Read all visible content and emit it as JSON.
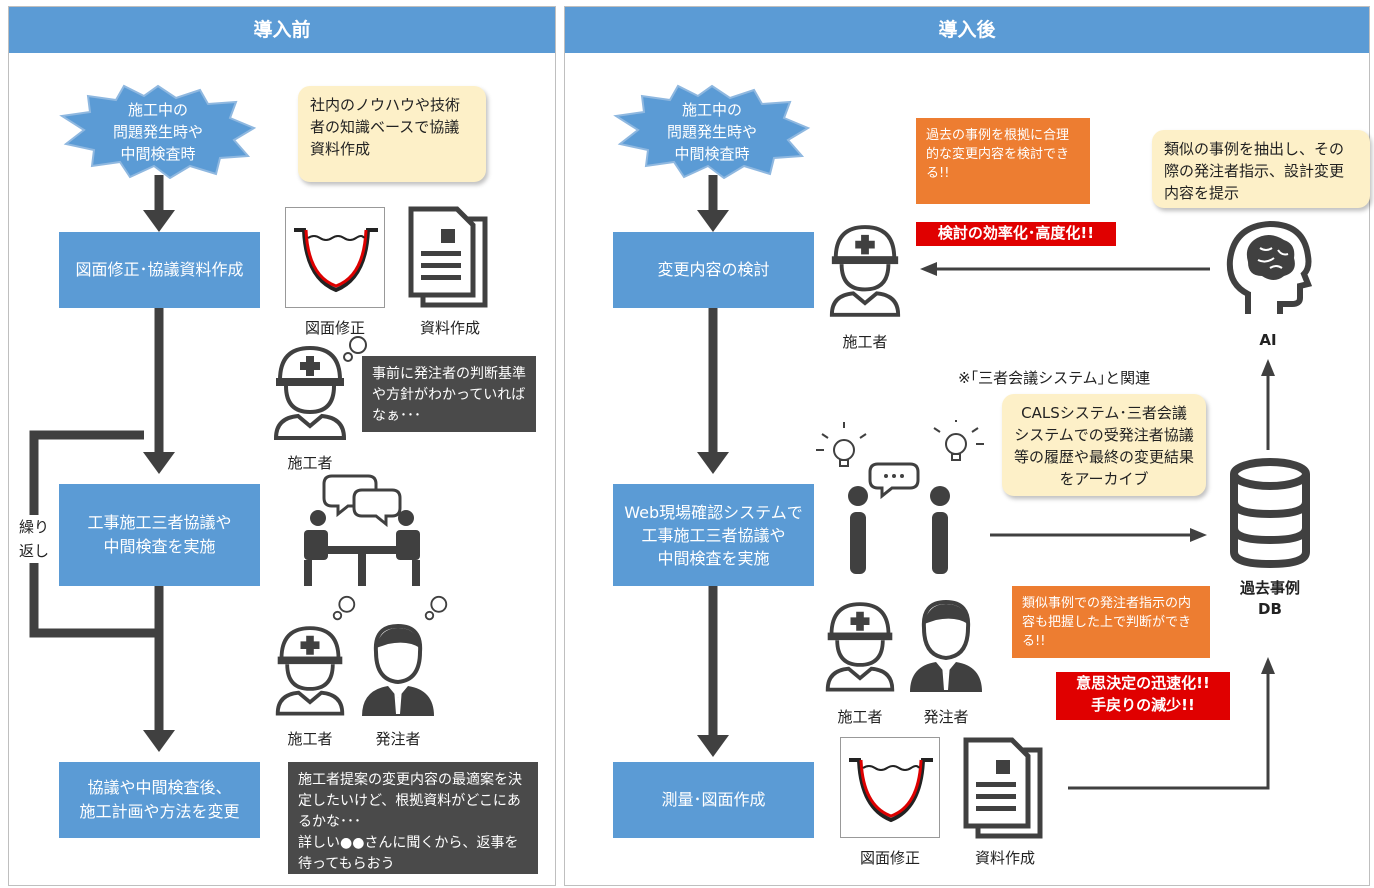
{
  "left": {
    "header": "導入前",
    "star": [
      "施工中の",
      "問題発生時や",
      "中間検査時"
    ],
    "cream_note": "社内のノウハウや技術者の知識ベースで協議資料作成",
    "step1": "図面修正･協議資料作成",
    "label_drawing": "図面修正",
    "label_docs": "資料作成",
    "worker_thought": "事前に発注者の判断基準や方針がわかっていればなぁ･･･",
    "label_worker": "施工者",
    "repeat": "繰り返し",
    "step2": [
      "工事施工三者協議や",
      "中間検査を実施"
    ],
    "label_worker2": "施工者",
    "label_client": "発注者",
    "step3": [
      "協議や中間検査後、",
      "施工計画や方法を変更"
    ],
    "bottom_note": "施工者提案の変更内容の最適案を決定したいけど、根拠資料がどこにあるかな･･･\n詳しい●●さんに聞くから、返事を待ってもらおう"
  },
  "right": {
    "header": "導入後",
    "star": [
      "施工中の",
      "問題発生時や",
      "中間検査時"
    ],
    "orange_top": "過去の事例を根拠に合理的な変更内容を検討できる!!",
    "red_top": "検討の効率化･高度化!!",
    "cream_ai": "類似の事例を抽出し、その際の発注者指示、設計変更内容を提示",
    "step1": "変更内容の検討",
    "label_worker": "施工者",
    "label_ai": "AI",
    "relation": "※｢三者会議システム｣と関連",
    "cream_cals": "CALSシステム･三者会議システムでの受発注者協議等の履歴や最終の変更結果をアーカイブ",
    "step2": [
      "Web現場確認システムで",
      "工事施工三者協議や",
      "中間検査を実施"
    ],
    "label_db": [
      "過去事例",
      "DB"
    ],
    "orange_bottom": "類似事例での発注者指示の内容も把握した上で判断ができる!!",
    "red_bottom": [
      "意思決定の迅速化!!",
      "手戻りの減少!!"
    ],
    "label_worker2": "施工者",
    "label_client": "発注者",
    "step3": "測量･図面作成",
    "label_drawing": "図面修正",
    "label_docs": "資料作成"
  },
  "colors": {
    "blue": "#5b9bd5",
    "dark": "#404040",
    "orange": "#ed7d31",
    "red": "#e00000",
    "cream": "#fdf0c8"
  }
}
